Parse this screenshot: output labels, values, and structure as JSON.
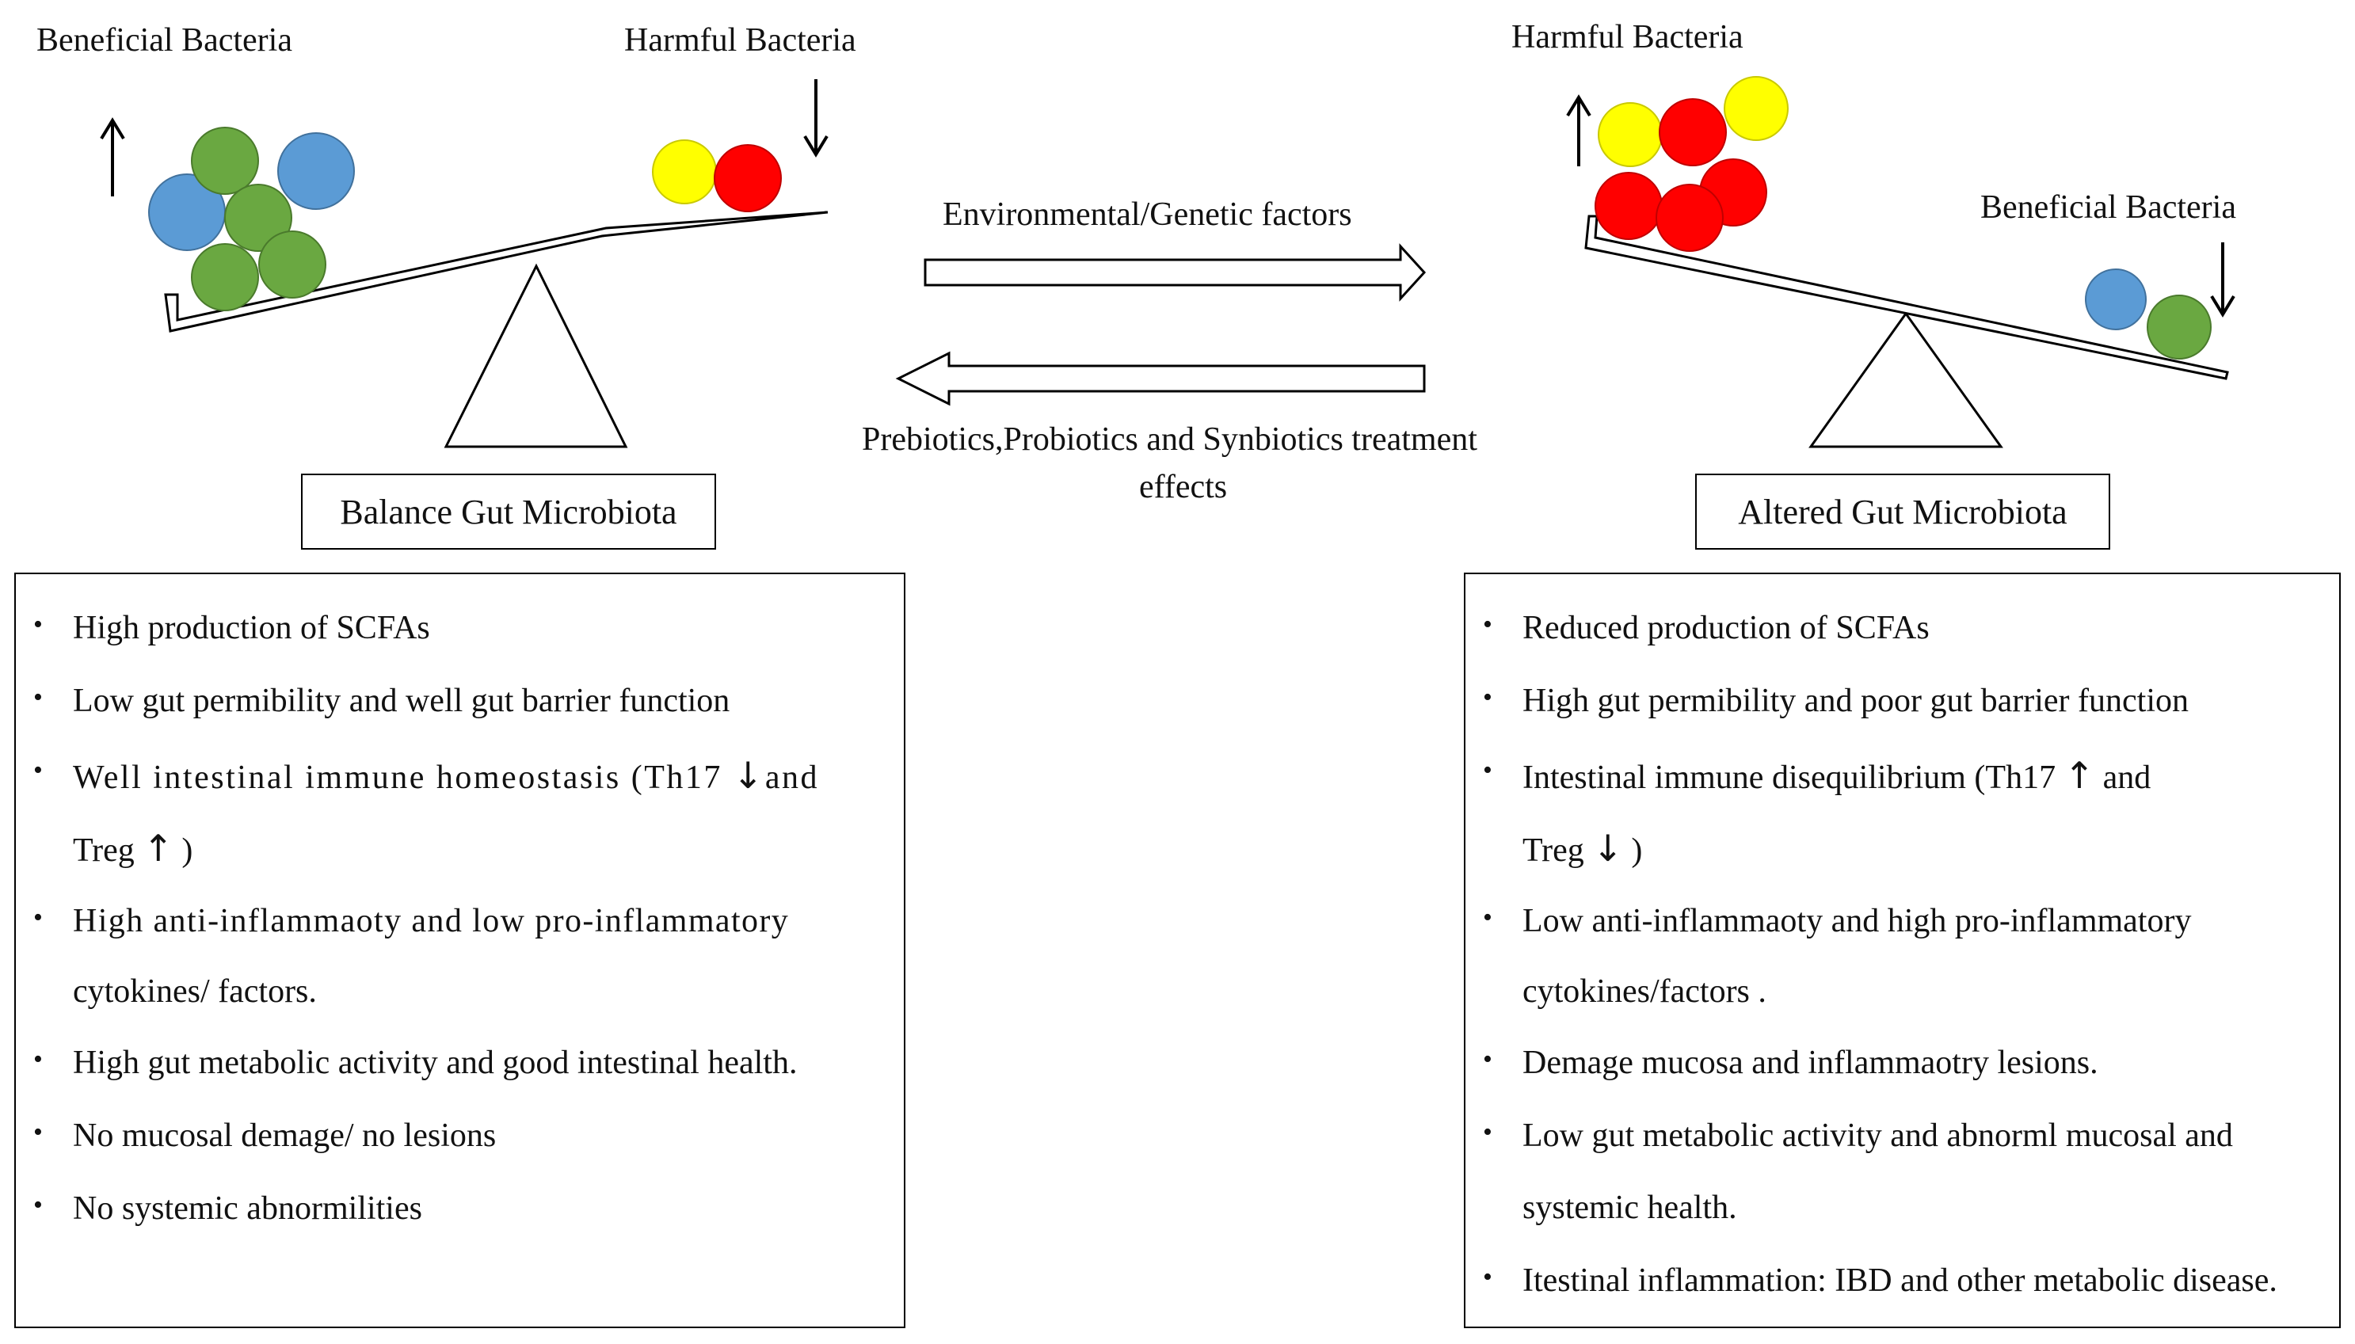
{
  "left": {
    "beneficial_label": "Beneficial Bacteria",
    "harmful_label": "Harmful Bacteria",
    "title": "Balance Gut Microbiota",
    "bullets": [
      {
        "text": "High  production of SCFAs"
      },
      {
        "text": "Low gut permibility and well gut barrier function"
      },
      {
        "text_a": "Well intestinal immune homeostasis (Th17 ",
        "arrow_a": "down-arrow",
        "text_b": "and",
        "cont": "Treg ",
        "arrow_b": "up-arrow",
        "cont_end": " )"
      },
      {
        "text": "High anti-inflammaoty and low pro-inflammatory",
        "cont": "cytokines/ factors."
      },
      {
        "text": "High gut metabolic activity and good intestinal health."
      },
      {
        "text": "No mucosal demage/ no lesions"
      },
      {
        "text": "No systemic abnormilities"
      }
    ]
  },
  "center": {
    "top_arrow_label": "Environmental/Genetic factors",
    "bottom_arrow_line1": "Prebiotics,Probiotics and Synbiotics  treatment",
    "bottom_arrow_line2": "effects"
  },
  "right": {
    "harmful_label": "Harmful Bacteria",
    "beneficial_label": "Beneficial Bacteria",
    "title": "Altered  Gut Microbiota",
    "bullets": [
      {
        "text": "Reduced production of SCFAs"
      },
      {
        "text": "High gut permibility and poor gut barrier function"
      },
      {
        "text_a": " Intestinal immune disequilibrium (Th17 ",
        "arrow_a": "up-arrow",
        "text_b": " and",
        "cont": "Treg  ",
        "arrow_b": "down-arrow",
        "cont_end": " )"
      },
      {
        "text": "Low anti-inflammaoty and high pro-inflammatory",
        "cont": "cytokines/factors ."
      },
      {
        "text": "Demage mucosa and inflammaotry lesions."
      },
      {
        "text": "Low gut metabolic activity and abnorml mucosal and",
        "cont": "systemic health."
      },
      {
        "text": "Itestinal inflammation: IBD and other metabolic disease."
      }
    ]
  },
  "colors": {
    "green": "#6aa841",
    "blue": "#5b9bd5",
    "red": "#ff0000",
    "yellow": "#ffff00",
    "outline": "#000000"
  }
}
